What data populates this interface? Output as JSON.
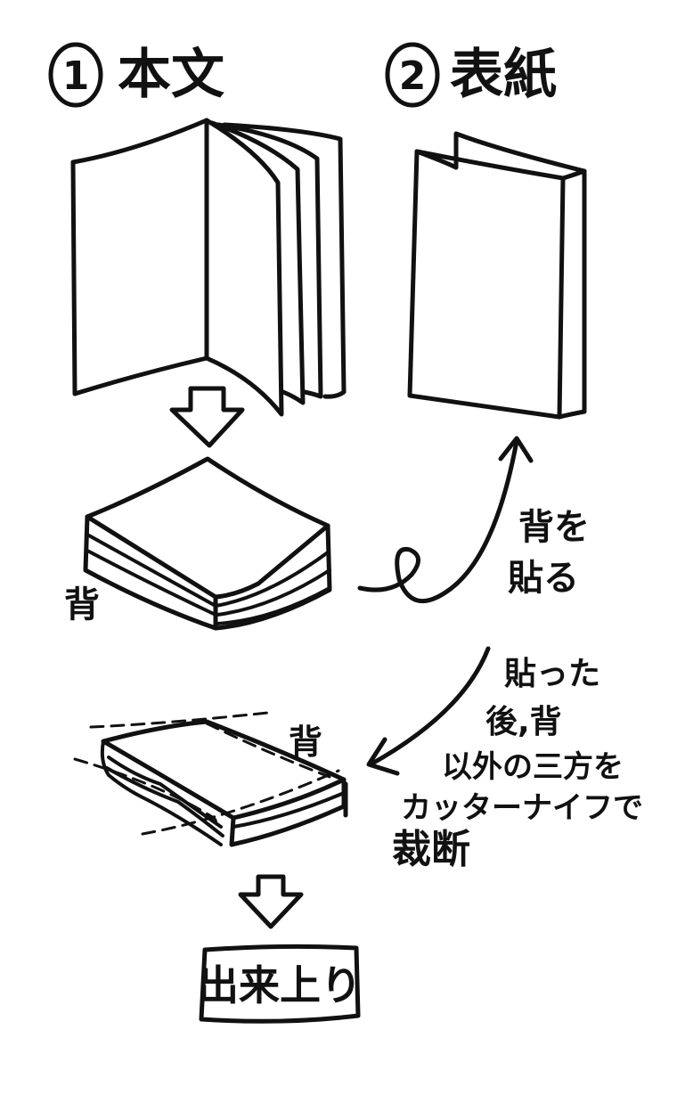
{
  "step1": {
    "number": "1",
    "title": "本文"
  },
  "step2": {
    "number": "2",
    "title": "表紙"
  },
  "labels": {
    "spine_left": "背",
    "spine_right": "背",
    "paste_line1": "背を",
    "paste_line2": "貼る",
    "cut_line1": "貼った",
    "cut_line2": "後,背",
    "cut_line3": "以外の三方を",
    "cut_line4": "カッターナイフで",
    "cut_line5": "裁断"
  },
  "result": {
    "label": "出来上り"
  },
  "colors": {
    "ink": "#111111",
    "paper": "#ffffff"
  }
}
